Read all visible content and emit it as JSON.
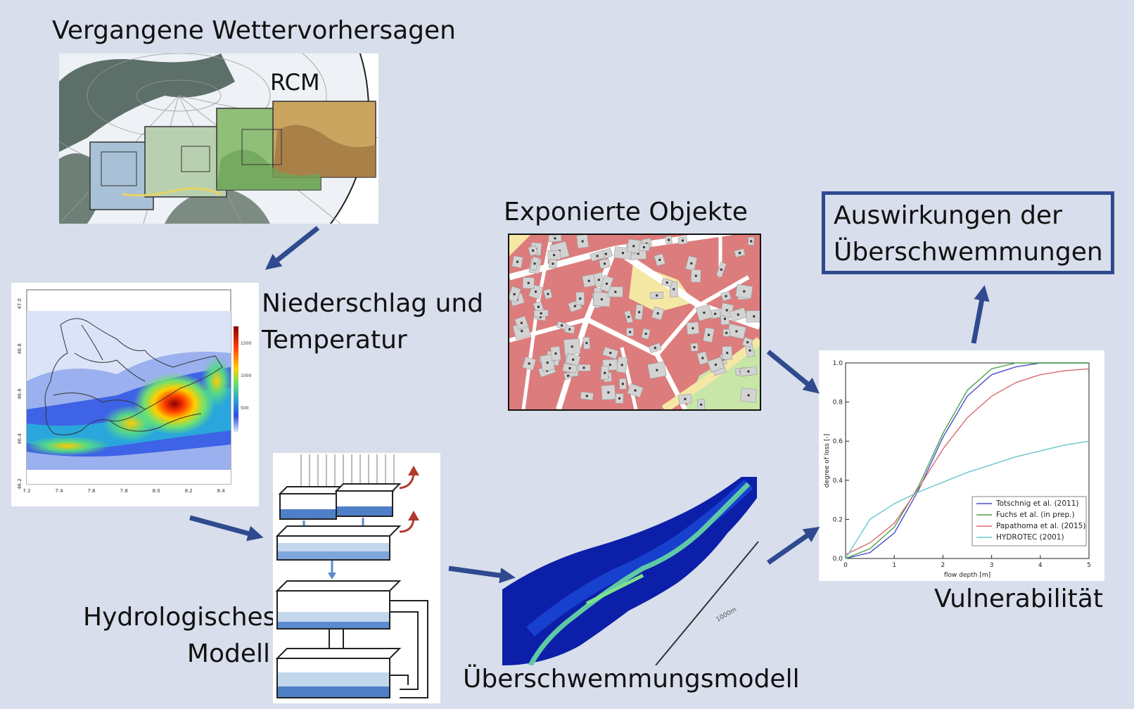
{
  "labels": {
    "weather_forecasts": "Vergangene Wettervorhersagen",
    "rcm": "RCM",
    "precip_line1": "Niederschlag und",
    "precip_line2": "Temperatur",
    "hydro_line1": "Hydrologisches",
    "hydro_line2": "Modell",
    "flood_model": "Überschwemmungsmodell",
    "exposed_objects": "Exponierte Objekte",
    "vulnerability": "Vulnerabilität",
    "impacts_line1": "Auswirkungen der",
    "impacts_line2": "Überschwemmungen"
  },
  "precip_map": {
    "x_ticks": [
      "7.2",
      "7.4",
      "7.6",
      "7.8",
      "8.0",
      "8.2",
      "8.4"
    ],
    "y_ticks": [
      "47.0",
      "46.8",
      "46.6",
      "46.4",
      "46.2"
    ],
    "colorbar_ticks": [
      "1500",
      "1000",
      "500"
    ]
  },
  "flood_map": {
    "scale_label": "1000m"
  },
  "colors": {
    "background": "#d8deeb",
    "arrow": "#2f4a8f",
    "box_border": "#2f4a8f"
  },
  "chart_data": {
    "type": "line",
    "xlabel": "flow depth [m]",
    "ylabel": "degree of loss [-]",
    "xlim": [
      0,
      5
    ],
    "ylim": [
      0,
      1
    ],
    "x_ticks": [
      "0",
      "1",
      "2",
      "3",
      "4",
      "5"
    ],
    "y_ticks": [
      "0.0",
      "0.2",
      "0.4",
      "0.6",
      "0.8",
      "1.0"
    ],
    "legend_position": "bottom-right",
    "series": [
      {
        "name": "Totschnig et al. (2011)",
        "color": "#4d4dcc",
        "x": [
          0,
          0.5,
          1.0,
          1.5,
          2.0,
          2.5,
          3.0,
          3.5,
          4.0,
          4.5,
          5.0
        ],
        "y": [
          0.0,
          0.03,
          0.13,
          0.35,
          0.62,
          0.83,
          0.94,
          0.98,
          1.0,
          1.0,
          1.0
        ]
      },
      {
        "name": "Fuchs et al. (in prep.)",
        "color": "#4aa04a",
        "x": [
          0,
          0.5,
          1.0,
          1.5,
          2.0,
          2.5,
          3.0,
          3.5,
          4.0,
          4.5,
          5.0
        ],
        "y": [
          0.0,
          0.05,
          0.16,
          0.37,
          0.64,
          0.86,
          0.97,
          1.0,
          1.0,
          1.0,
          1.0
        ]
      },
      {
        "name": "Papathoma et al. (2015)",
        "color": "#d96b6b",
        "x": [
          0,
          0.5,
          1.0,
          1.5,
          2.0,
          2.5,
          3.0,
          3.5,
          4.0,
          4.5,
          5.0
        ],
        "y": [
          0.02,
          0.08,
          0.18,
          0.36,
          0.56,
          0.72,
          0.83,
          0.9,
          0.94,
          0.96,
          0.97
        ]
      },
      {
        "name": "HYDROTEC (2001)",
        "color": "#66c7cc",
        "x": [
          0,
          0.5,
          1.0,
          1.5,
          2.0,
          2.5,
          3.0,
          3.5,
          4.0,
          4.5,
          5.0
        ],
        "y": [
          0.0,
          0.2,
          0.28,
          0.34,
          0.39,
          0.44,
          0.48,
          0.52,
          0.55,
          0.58,
          0.6
        ]
      }
    ]
  }
}
